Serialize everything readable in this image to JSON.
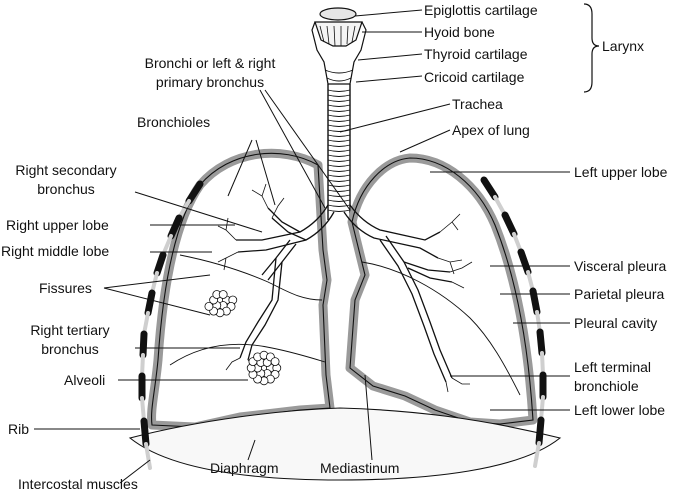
{
  "colors": {
    "ink": "#111111",
    "pleura_gray": "#9a9a9a",
    "background": "#ffffff"
  },
  "labels": {
    "epiglottis": "Epiglottis cartilage",
    "hyoid": "Hyoid bone",
    "thyroid": "Thyroid cartilage",
    "cricoid": "Cricoid cartilage",
    "larynx": "Larynx",
    "trachea": "Trachea",
    "apex": "Apex of lung",
    "bronchi_line1": "Bronchi or left & right",
    "bronchi_line2": "primary bronchus",
    "bronchioles": "Bronchioles",
    "right_secondary_line1": "Right secondary",
    "right_secondary_line2": "bronchus",
    "left_upper_lobe": "Left upper lobe",
    "right_upper_lobe": "Right upper lobe",
    "right_middle_lobe": "Right middle lobe",
    "fissures": "Fissures",
    "visceral_pleura": "Visceral pleura",
    "parietal_pleura": "Parietal pleura",
    "pleural_cavity": "Pleural cavity",
    "right_tertiary_line1": "Right tertiary",
    "right_tertiary_line2": "bronchus",
    "alveoli": "Alveoli",
    "left_terminal_line1": "Left terminal",
    "left_terminal_line2": "bronchiole",
    "left_lower_lobe": "Left lower lobe",
    "rib": "Rib",
    "diaphragm": "Diaphragm",
    "mediastinum": "Mediastinum",
    "intercostal": "Intercostal muscles"
  }
}
